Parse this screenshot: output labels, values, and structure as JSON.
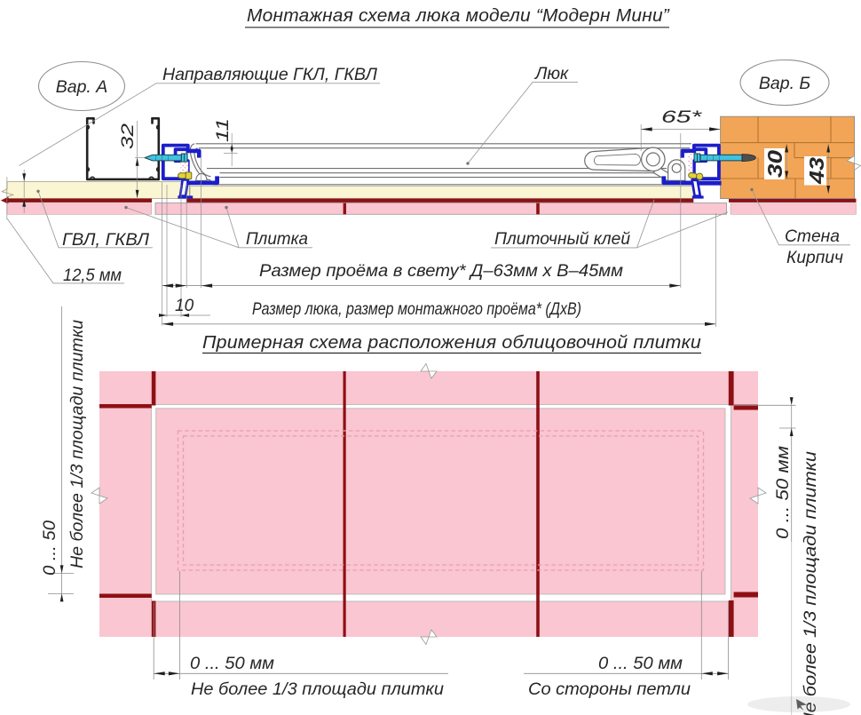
{
  "title": "Монтажная схема люка модели “Модерн Мини”",
  "section": {
    "variant_a": "Вар. А",
    "variant_b": "Вар. Б",
    "label_guides": "Направляющие ГКЛ, ГКВЛ",
    "label_hatch": "Люк",
    "label_gvl": "ГВЛ, ГКВЛ",
    "label_gvl_thickness": "12,5 мм",
    "label_tile": "Плитка",
    "label_glue": "Плиточный клей",
    "label_wall_line1": "Стена",
    "label_wall_line2": "Кирпич",
    "dim_profile_height": "32",
    "dim_door_edge": "11",
    "dim_hinge_offset": "65*",
    "dim_frame_gap": "10",
    "dim_wall_30": "30",
    "dim_wall_43": "43",
    "dim_clear_opening": "Размер проёма в свету* Д–63мм х В–45мм",
    "dim_hatch_size": "Размер люка, размер монтажного проёма* (ДхВ)"
  },
  "plan": {
    "title": "Примерная схема расположения облицовочной плитки",
    "left_dim_rotated": "0 ... 50",
    "left_note_rotated": "Не более 1/3 площади плитки",
    "right_dim_rotated": "0 ... 50 мм",
    "right_note_rotated": "Не более 1/3 площади плитки",
    "bottom_left_dim": "0 ... 50 мм",
    "bottom_left_note": "Не более 1/3 площади плитки",
    "bottom_right_dim": "0 ... 50 мм",
    "bottom_right_note": "Со стороны петли"
  },
  "colors": {
    "tile_pink": "#F9C6D1",
    "grout_dark_red": "#8E1014",
    "dashed_zone_pink": "#EFA3B5",
    "gvl_cream": "#FAF5D2",
    "brick_orange": "#F2A557",
    "brick_joint": "#B5762F",
    "frame_blue": "#1C1EC8",
    "screw_cyan": "#3FC2E0",
    "pin_yellow": "#E4D433"
  }
}
